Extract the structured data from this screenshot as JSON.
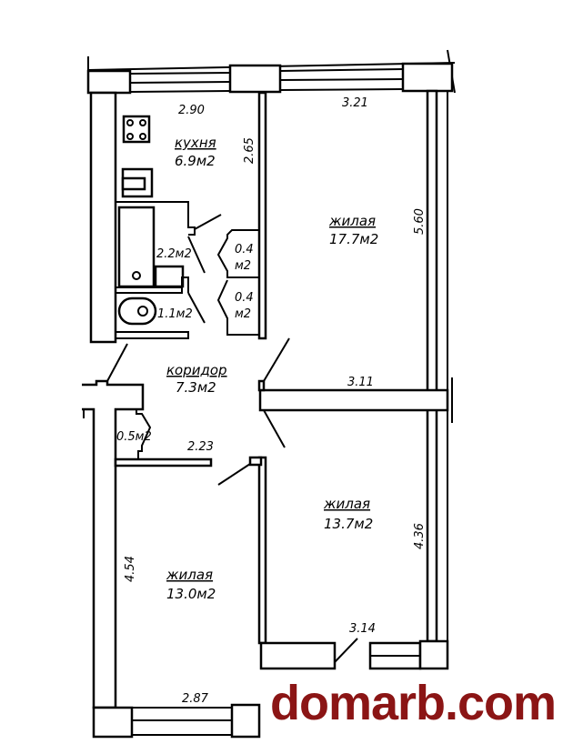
{
  "rooms": {
    "kitchen": {
      "name": "кухня",
      "area": "6.9м2"
    },
    "living_1": {
      "name": "жилая",
      "area": "17.7м2"
    },
    "living_2": {
      "name": "жилая",
      "area": "13.7м2"
    },
    "living_3": {
      "name": "жилая",
      "area": "13.0м2"
    },
    "corridor": {
      "name": "коридор",
      "area": "7.3м2"
    },
    "bathroom": {
      "area": "2.2м2"
    },
    "toilet": {
      "area": "1.1м2"
    },
    "closet_1": {
      "area": "0.4",
      "unit": "м2"
    },
    "closet_2": {
      "area": "0.4",
      "unit": "м2"
    },
    "closet_3": {
      "area": "0.5м2"
    }
  },
  "dimensions": [
    "2.90",
    "3.21",
    "2.65",
    "5.60",
    "3.11",
    "2.23",
    "4.36",
    "4.54",
    "3.14",
    "2.87"
  ],
  "watermark": "domarb.com"
}
